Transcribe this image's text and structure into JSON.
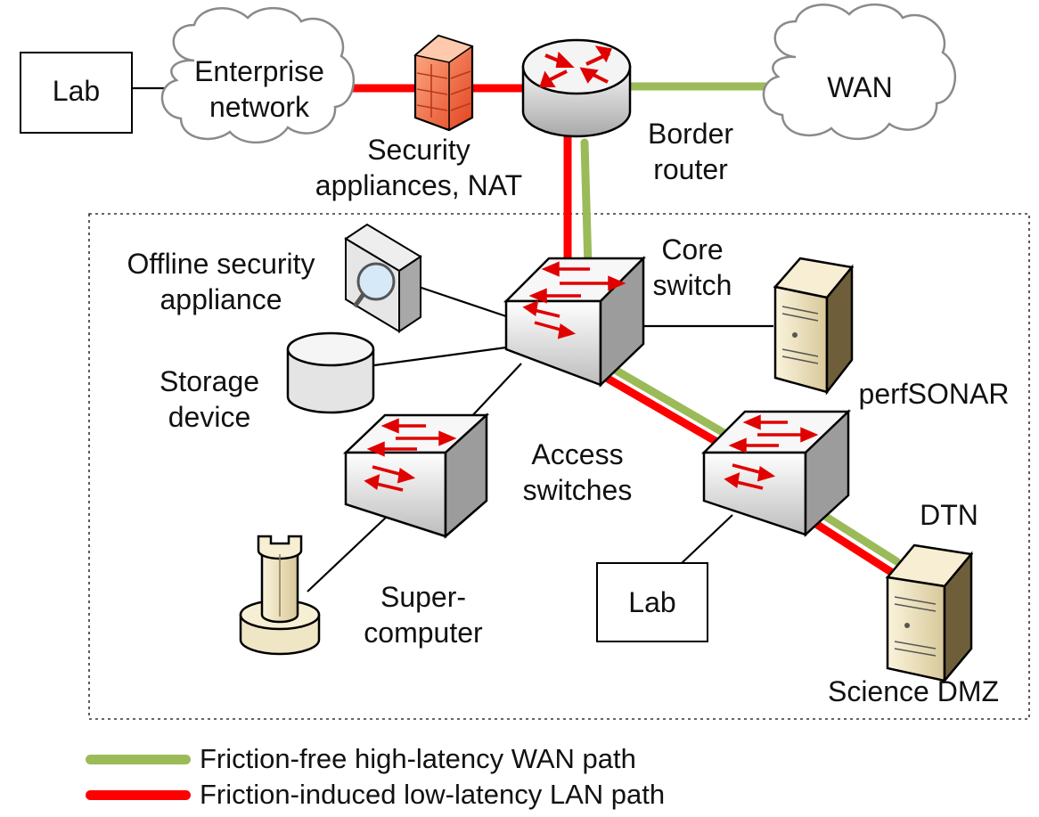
{
  "labels": {
    "lab_top": "Lab",
    "enterprise": [
      "Enterprise",
      "network"
    ],
    "wan": "WAN",
    "security": [
      "Security",
      "appliances, NAT"
    ],
    "border_router": [
      "Border",
      "router"
    ],
    "core_switch": [
      "Core",
      "switch"
    ],
    "offline_security": [
      "Offline security",
      "appliance"
    ],
    "storage": [
      "Storage",
      "device"
    ],
    "perfsonar": "perfSONAR",
    "access_switches": [
      "Access",
      "switches"
    ],
    "dtn": "DTN",
    "lab_bottom": "Lab",
    "supercomputer": [
      "Super-",
      "computer"
    ],
    "science_dmz": "Science DMZ"
  },
  "legend": [
    {
      "label": "Friction-free high-latency WAN path",
      "color": "#9bbb59"
    },
    {
      "label": "Friction-induced low-latency LAN path",
      "color": "#ff0000"
    }
  ],
  "colors": {
    "wan_path": "#9bbb59",
    "lan_path": "#ff0000",
    "line": "#000000",
    "device_fill": "#e8e8e8",
    "server_fill": "#f2e8c9",
    "firewall": "#f0643c"
  },
  "icons": [
    "cloud-icon",
    "firewall-icon",
    "router-icon",
    "switch-icon",
    "magnifier-icon",
    "disk-icon",
    "server-icon",
    "supercomputer-icon"
  ]
}
